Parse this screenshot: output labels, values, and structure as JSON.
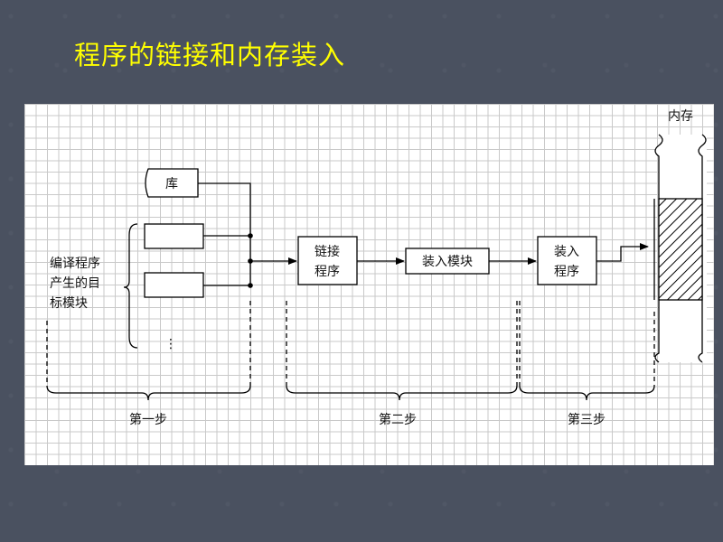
{
  "slide": {
    "title": "程序的链接和内存装入"
  },
  "diagram": {
    "memory_label": "内存",
    "library_label": "库",
    "compiler_output_label_lines": [
      "编译程序",
      "产生的目",
      "标模块"
    ],
    "ellipsis": "⋮",
    "linker_label_lines": [
      "链接",
      "程序"
    ],
    "load_module_label": "装入模块",
    "loader_label_lines": [
      "装入",
      "程序"
    ],
    "steps": [
      "第一步",
      "第二步",
      "第三步"
    ]
  }
}
